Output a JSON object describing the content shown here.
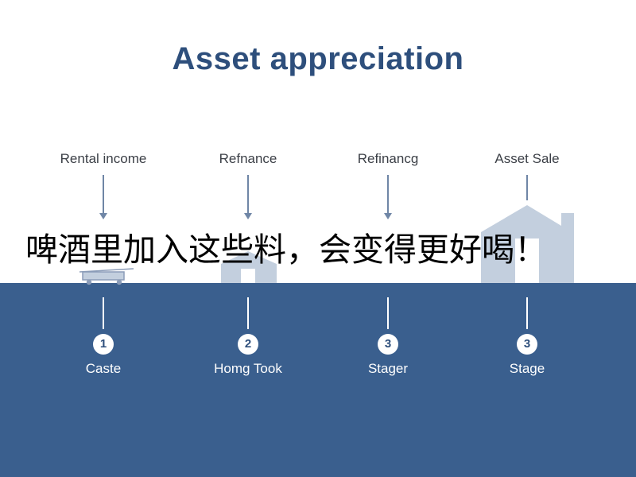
{
  "title": "Asset appreciation",
  "overlay_text": "啤酒里加入这些料，会变得更好喝！",
  "colors": {
    "title": "#2e4f7c",
    "band": "#3a5f8e",
    "connector": "#6f86a6",
    "building": "#c3cfde"
  },
  "stages": [
    {
      "top_label": "Rental income",
      "number": "1",
      "bottom_label": "Caste",
      "icon": "cart-icon"
    },
    {
      "top_label": "Refnance",
      "number": "2",
      "bottom_label": "Homg Took",
      "icon": "house-icon"
    },
    {
      "top_label": "Refinancg",
      "number": "3",
      "bottom_label": "Stager",
      "icon": "none"
    },
    {
      "top_label": "Asset Sale",
      "number": "3",
      "bottom_label": "Stage",
      "icon": "building-icon"
    }
  ]
}
